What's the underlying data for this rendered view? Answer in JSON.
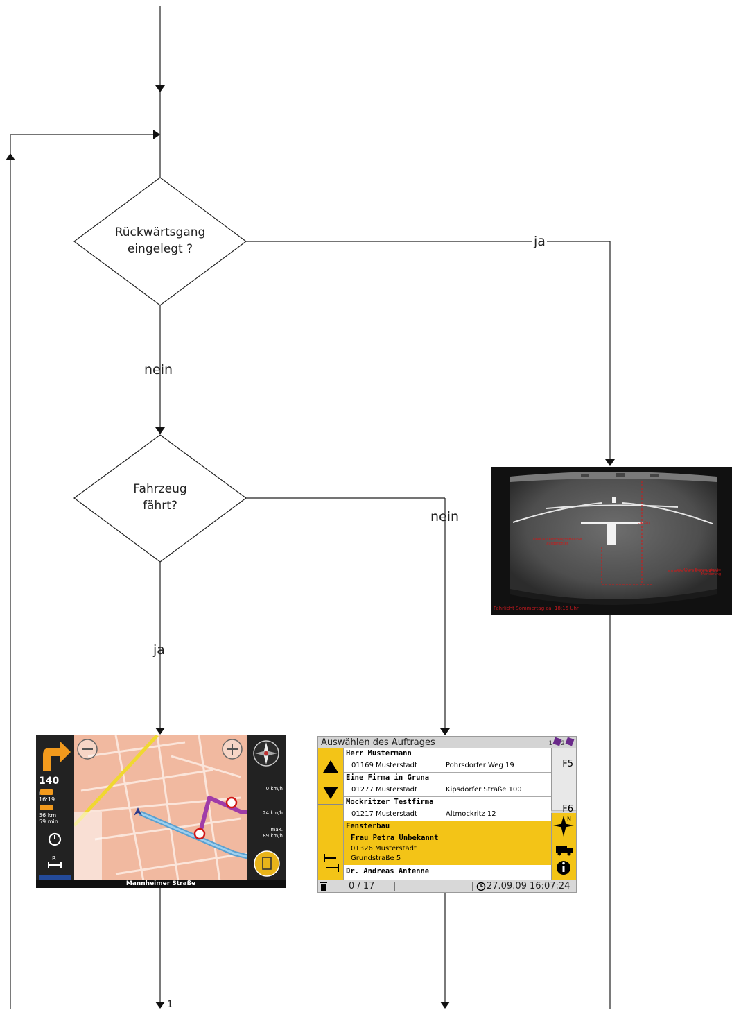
{
  "decisions": {
    "reverse_gear": {
      "line1": "Rückwärtsgang",
      "line2": "eingelegt ?"
    },
    "vehicle_moving": {
      "line1": "Fahrzeug",
      "line2": "fährt?"
    }
  },
  "branch_labels": {
    "reverse_yes": "ja",
    "reverse_no": "nein",
    "moving_no": "nein",
    "moving_yes": "ja",
    "bottom_marker": "1"
  },
  "navigation_screen": {
    "distance_value": "140",
    "distance_unit": "Meter",
    "arrival_time": "16:19",
    "remaining_distance": "56 km",
    "remaining_time": "59 min",
    "gauge_current": "0 km/h",
    "gauge_limit": "24 km/h",
    "gauge_max_label": "max.",
    "gauge_max": "89 km/h",
    "street_name": "Mannheimer Straße",
    "zoom_out_icon": "minus-circle-icon",
    "zoom_in_icon": "plus-circle-icon",
    "compass_icon": "compass-icon",
    "turn_icon": "turn-right-arrow-icon",
    "colors": {
      "route": "#a03ca8",
      "road": "#5aa0d0",
      "map_bg": "#f1b9a0",
      "highway": "#f0d830"
    }
  },
  "order_screen": {
    "title": "Auswählen des Auftrages",
    "flag_1": "1",
    "flag_2": "2",
    "entries": [
      {
        "name": "Herr  Mustermann",
        "zip_city": "01169  Musterstadt",
        "street": "Pohrsdorfer Weg 19"
      },
      {
        "name": "Eine Firma in Gruna",
        "zip_city": "01277  Musterstadt",
        "street": "Kipsdorfer Straße 100"
      },
      {
        "name": "Mockritzer Testfirma",
        "zip_city": "01217  Musterstadt",
        "street": "Altmockritz 12"
      }
    ],
    "selected": {
      "company": "Fensterbau",
      "contact": "Frau Petra Unbekannt",
      "zip_city": "01326 Musterstadt",
      "street": "Grundstraße 5"
    },
    "next_entry": "Dr. Andreas Antenne",
    "key_f5": "F5",
    "key_f6": "F6",
    "counter": "0 / 17",
    "datetime": "27.09.09 16:07:24",
    "accent_color": "#f3c417"
  },
  "camera_screen": {
    "caption": "Fahrlicht Sommertag ca. 18:15 Uhr",
    "annotation_1": "ca. 2m",
    "annotation_2": "Linie auf Fahrzeugmittellinie ausgerichtet",
    "annotation_3": "ca. 40 cm Fahrzeugbreite Markierung",
    "accent_color": "#d01818"
  }
}
